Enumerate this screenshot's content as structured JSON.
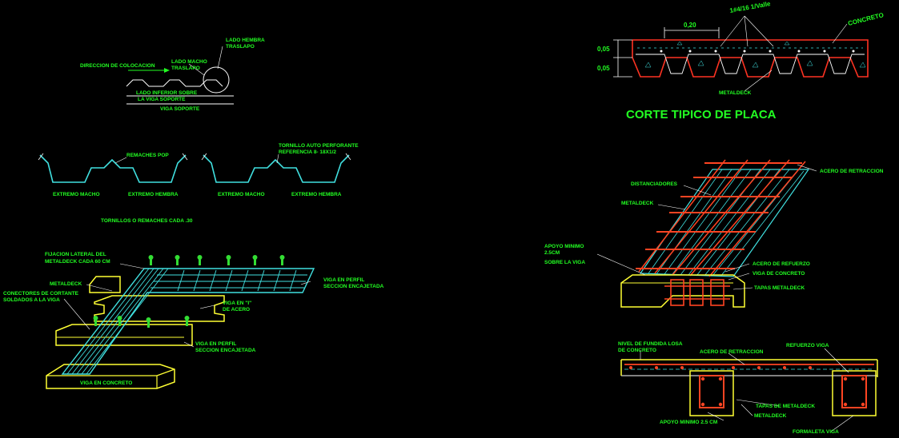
{
  "title": "CORTE TIPICO DE PLACA",
  "colors": {
    "background": "#000000",
    "label": "#22ff22",
    "deck": "#40e0e0",
    "support": "#ffff33",
    "rebar": "#ff4422",
    "line": "#ffffff",
    "connector": "#33dd33"
  },
  "detail1": {
    "labels": {
      "lado_hembra": "LADO HEMBRA",
      "traslapo1": "TRASLAPO",
      "direccion": "DIRECCION DE COLOCACION",
      "lado_macho": "LADO MACHO",
      "traslapo2": "TRASLAPO",
      "lado_inferior": "LADO INFERIOR SOBRE",
      "la_viga": "LA VIGA SOPORTE",
      "viga_soporte": "VIGA SOPORTE"
    }
  },
  "detail2": {
    "labels": {
      "remaches": "REMACHES POP",
      "tornillo": "TORNILLO AUTO PERFORANTE",
      "referencia": "REFERENCIA 8- 18X1/2",
      "extremo_macho_1": "EXTREMO MACHO",
      "extremo_hembra_1": "EXTREMO HEMBRA",
      "extremo_macho_2": "EXTREMO MACHO",
      "extremo_hembra_2": "EXTREMO HEMBRA",
      "tornillos": "TORNILLOS O REMACHES CADA .30"
    }
  },
  "detail3": {
    "labels": {
      "fijacion": "FIJACION LATERAL DEL",
      "metaldeck_cada": "METALDECK CADA 60 CM",
      "metaldeck": "METALDECK",
      "conectores": "CONECTORES DE CORTANTE",
      "soldados": "SOLDADOS A LA VIGA",
      "viga_perfil_1": "VIGA EN PERFIL",
      "seccion_1": "SECCION ENCAJETADA",
      "viga_en_i": "VIGA EN \"I\"",
      "de_acero": "DE ACERO",
      "viga_perfil_2": "VIGA EN PERFIL",
      "seccion_2": "SECCION ENCAJETADA",
      "viga_concreto": "VIGA EN CONCRETO"
    }
  },
  "section": {
    "labels": {
      "dim_spacing": "0,20",
      "rebar_note": "1#4/16 1/Valle",
      "concreto": "CONCRETO",
      "dim_top": "0,05",
      "dim_bottom": "0,05",
      "metaldeck": "METALDECK"
    }
  },
  "iso": {
    "labels": {
      "distanciadores": "DISTANCIADORES",
      "acero_retraccion": "ACERO DE RETRACCION",
      "metaldeck": "METALDECK",
      "apoyo": "APOYO MINIMO",
      "apoyo_cm": "2.5CM",
      "sobre_viga": "SOBRE LA VIGA",
      "acero_refuerzo": "ACERO DE REFUERZO",
      "viga_concreto": "VIGA DE CONCRETO",
      "tapas": "TAPAS METALDECK"
    }
  },
  "elev": {
    "labels": {
      "nivel": "NIVEL DE FUNDIDA LOSA",
      "de_concreto": "DE CONCRETO",
      "acero_retraccion": "ACERO DE RETRACCION",
      "refuerzo_viga": "REFUERZO VIGA",
      "tapas": "TAPAS DE METALDECK",
      "apoyo": "APOYO MINIMO 2.5 CM",
      "metaldeck": "METALDECK",
      "formaleta": "FORMALETA VIGA"
    }
  }
}
